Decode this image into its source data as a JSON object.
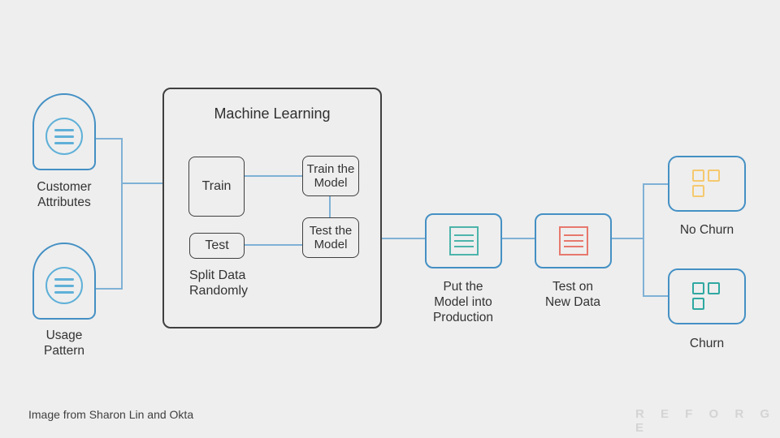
{
  "colors": {
    "background": "#eeeeee",
    "node_outline_blue": "#4490c4",
    "connector_blue": "#7fb1d6",
    "icon_circle_blue": "#5fb0d8",
    "icon_document_teal": "#4cb4ab",
    "icon_document_red": "#e7786d",
    "icon_squares_yellow": "#f5c96e",
    "icon_squares_teal": "#2fa8a1",
    "outline_dark": "#3f3f3f",
    "text": "#333333",
    "brand_gray": "#d4d4d4"
  },
  "diagram": {
    "inputs": [
      {
        "label": "Customer\nAttributes",
        "icon": "list-circle-icon"
      },
      {
        "label": "Usage\nPattern",
        "icon": "list-circle-icon"
      }
    ],
    "ml_group": {
      "title": "Machine Learning",
      "train_label": "Train",
      "test_label": "Test",
      "train_model_label": "Train the\nModel",
      "test_model_label": "Test the\nModel",
      "note": "Split Data\nRandomly"
    },
    "production": {
      "label": "Put the\nModel into\nProduction",
      "icon": "document-lines-icon"
    },
    "test_new_data": {
      "label": "Test on\nNew Data",
      "icon": "document-lines-icon"
    },
    "outcomes": [
      {
        "label": "No Churn",
        "icon": "three-squares-icon"
      },
      {
        "label": "Churn",
        "icon": "three-squares-icon"
      }
    ]
  },
  "footer": {
    "credit": "Image from Sharon Lin and Okta",
    "brand": "R E F O R G E"
  }
}
